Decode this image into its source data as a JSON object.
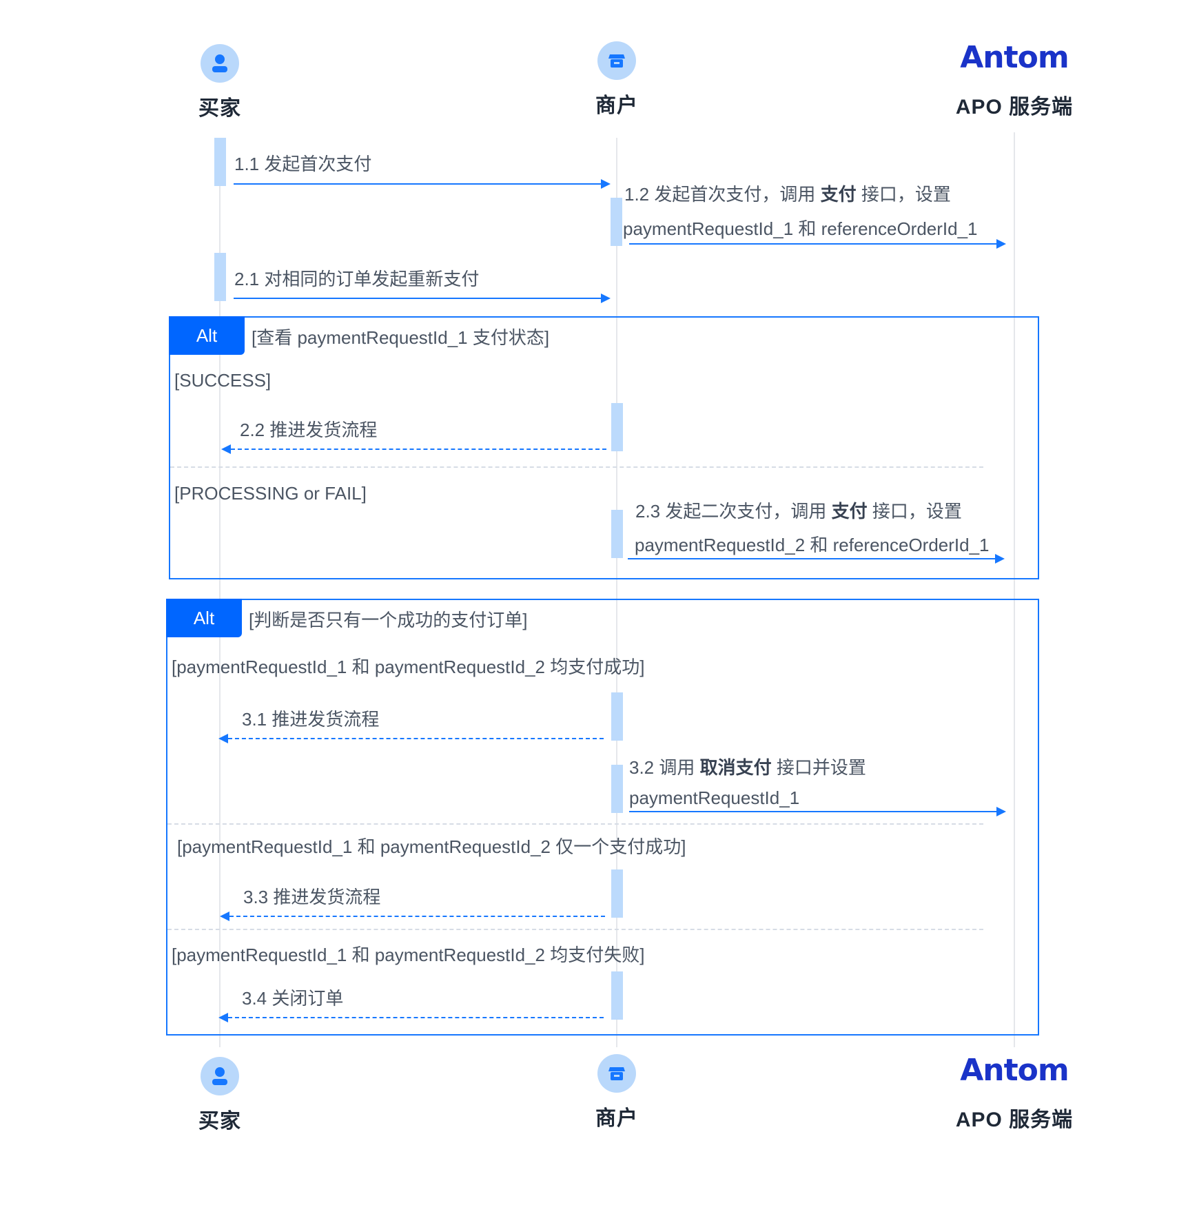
{
  "participants": [
    {
      "id": "buyer",
      "name": "买家",
      "icon": "user-icon"
    },
    {
      "id": "merchant",
      "name": "商户",
      "icon": "store-icon"
    },
    {
      "id": "apo",
      "name": "APO 服务端",
      "icon": "antom-logo",
      "logo_text": "Antom"
    }
  ],
  "colors": {
    "accent": "#1677ff",
    "alt_tag": "#0066ff",
    "activation": "#bcdafc",
    "actor_circle": "#b9d8fb",
    "logo": "#1a33c8",
    "lifeline": "#e5e7eb"
  },
  "messages": {
    "m1_1": "1.1 发起首次支付",
    "m1_2": {
      "pre": "1.2 发起首次支付，调用 ",
      "bold": "支付",
      "post": " 接口，设置",
      "line2": "paymentRequestId_1 和 referenceOrderId_1"
    },
    "m2_1": "2.1 对相同的订单发起重新支付",
    "m2_2": "2.2 推进发货流程",
    "m2_3": {
      "pre": "2.3 发起二次支付，调用 ",
      "bold": "支付",
      "post": " 接口，设置",
      "line2": "paymentRequestId_2 和 referenceOrderId_1"
    },
    "m3_1": "3.1 推进发货流程",
    "m3_2": {
      "pre": "3.2 调用 ",
      "bold": "取消支付",
      "post": " 接口并设置",
      "line2": "paymentRequestId_1"
    },
    "m3_3": "3.3 推进发货流程",
    "m3_4": "3.4 关闭订单"
  },
  "alt1": {
    "tag": "Alt",
    "condition": "[查看 paymentRequestId_1 支付状态]",
    "guards": [
      "[SUCCESS]",
      "[PROCESSING or FAIL]"
    ]
  },
  "alt2": {
    "tag": "Alt",
    "condition": "[判断是否只有一个成功的支付订单]",
    "guards": [
      "[paymentRequestId_1 和 paymentRequestId_2 均支付成功]",
      "[paymentRequestId_1 和 paymentRequestId_2 仅一个支付成功]",
      "[paymentRequestId_1 和 paymentRequestId_2 均支付失败]"
    ]
  }
}
